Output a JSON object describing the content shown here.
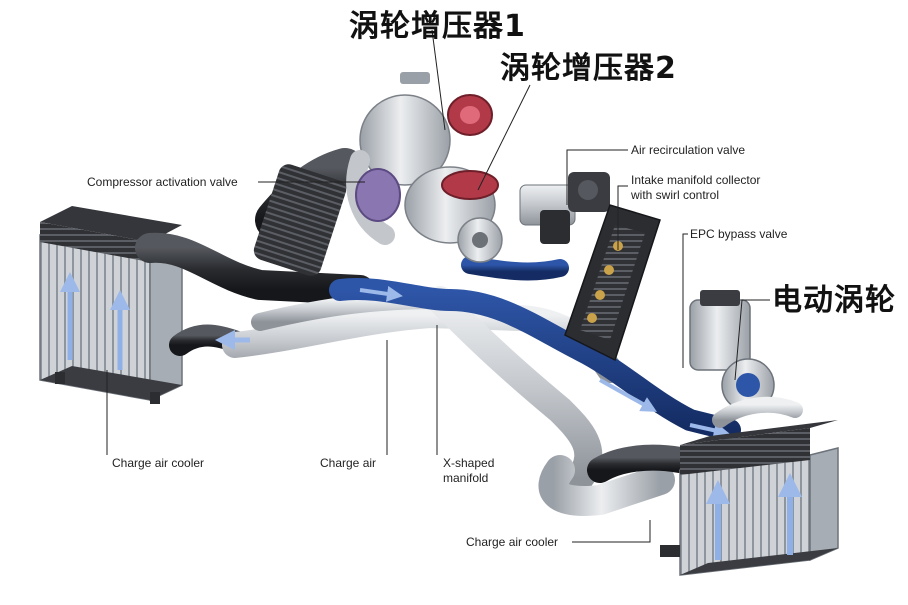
{
  "annotations": {
    "turbo1": "涡轮增压器1",
    "turbo2": "涡轮增压器2",
    "electric_turbo": "电动涡轮",
    "air_recirculation_valve": "Air recirculation valve",
    "intake_manifold_line1": "Intake manifold collector",
    "intake_manifold_line2": "with swirl control",
    "compressor_activation_valve": "Compressor activation valve",
    "epc_bypass_valve": "EPC bypass valve",
    "charge_air_cooler_left": "Charge air cooler",
    "charge_air": "Charge air",
    "x_manifold_line1": "X-shaped",
    "x_manifold_line2": "manifold",
    "charge_air_cooler_bottom": "Charge air cooler"
  },
  "colors": {
    "aluminum": "#c9ccd1",
    "aluminum_dark": "#8d9299",
    "hose_black": "#2b2d31",
    "charge_air_blue": "#1f3f86",
    "flow_arrow": "#8fb0e6",
    "turbine_red": "#b23a48",
    "purple_housing": "#8a76b0"
  }
}
